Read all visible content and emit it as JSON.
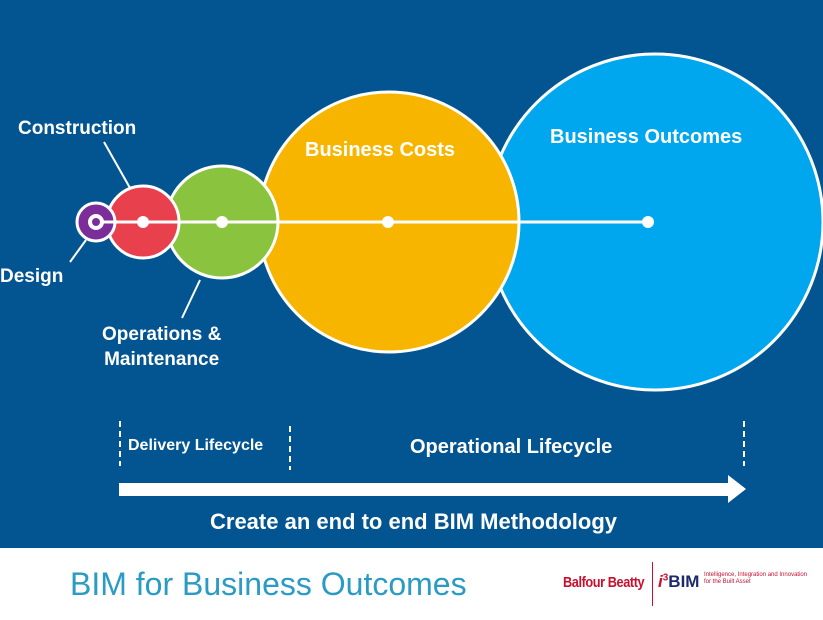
{
  "slide": {
    "background_color": "#035592",
    "labels": {
      "construction": "Construction",
      "design": "Design",
      "operations_line1": "Operations &",
      "operations_line2": "Maintenance",
      "business_costs": "Business Costs",
      "business_outcomes": "Business Outcomes"
    },
    "circles": {
      "design_color": "#7b2d9a",
      "construction_color": "#e8404c",
      "operations_color": "#8ac33d",
      "costs_color": "#f7b500",
      "outcomes_color": "#00a6ee"
    },
    "lifecycle": {
      "delivery": "Delivery Lifecycle",
      "operational": "Operational Lifecycle"
    },
    "arrow_caption": "Create an end to end BIM Methodology"
  },
  "footer": {
    "title": "BIM for Business Outcomes",
    "logo_balfour": "Balfour Beatty",
    "logo_i": "i",
    "logo_sup": "3",
    "logo_bim": "BIM",
    "logo_tag_line1": "Intelligence, Integration and Innovation",
    "logo_tag_line2": "for the Built Asset",
    "brand_red": "#c8102e",
    "title_color": "#2a9bc4"
  }
}
